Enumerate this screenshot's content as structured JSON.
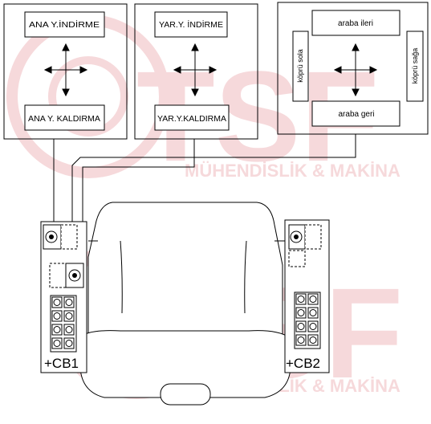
{
  "panels": {
    "left": {
      "top_label": "ANA Y.İNDİRME",
      "bottom_label": "ANA Y. KALDIRMA"
    },
    "middle": {
      "top_label": "YAR.Y. İNDİRME",
      "bottom_label": "YAR.Y.KALDIRMA"
    },
    "right": {
      "top_label": "araba ileri",
      "bottom_label": "araba geri",
      "left_label": "köprü sola",
      "right_label": "köprü sağa"
    }
  },
  "cabinets": {
    "left": {
      "label": "+CB1"
    },
    "right": {
      "label": "+CB2"
    }
  },
  "watermark": {
    "brand": "TSF",
    "tagline": "MÜHENDİSLİK & MAKİNA",
    "color": "#f6d9db"
  },
  "colors": {
    "line": "#000000",
    "background": "#ffffff"
  }
}
